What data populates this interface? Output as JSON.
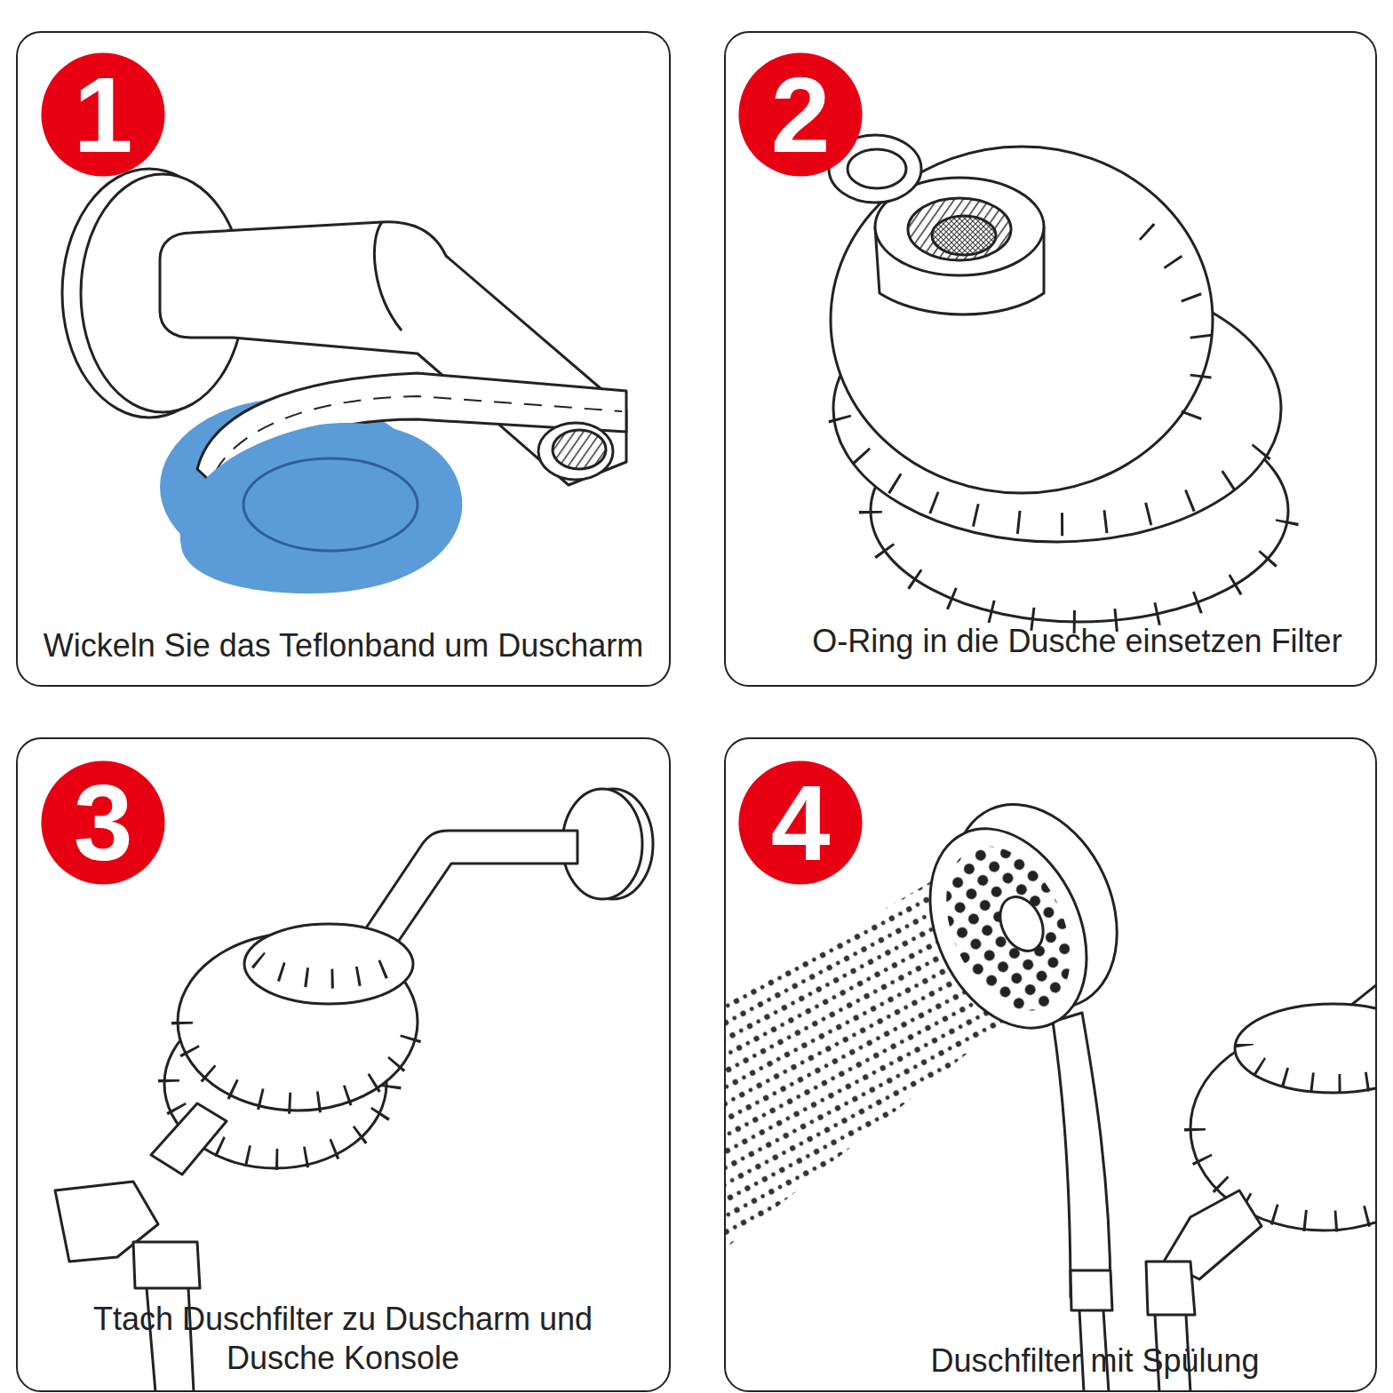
{
  "diagram": {
    "nodes": [
      {
        "text": [
          "Wickeln Sie das Teflonband um Duscharm"
        ]
      },
      {
        "text": [
          "1"
        ],
        "in": 0
      },
      {
        "text": [
          "O-Ring in die Dusche einsetzen Filter"
        ]
      },
      {
        "text": [
          "2"
        ],
        "in": 2
      },
      {
        "text": [
          "Ttach Duschfilter zu Duscharm und Dusche Konsole"
        ]
      },
      {
        "text": [
          "3"
        ],
        "in": 4
      },
      {
        "text": [
          "Duschfilter mit Spülung"
        ]
      },
      {
        "text": [
          "4"
        ],
        "in": 6
      }
    ]
  }
}
